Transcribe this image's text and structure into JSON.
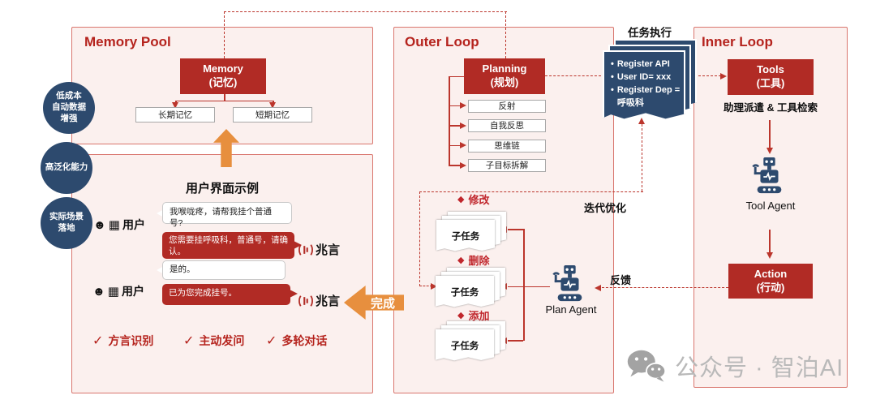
{
  "colors": {
    "node_red": "#b12b25",
    "line_red": "#bb352c",
    "border_red": "#d9766e",
    "panel_pink": "#fbf0ee",
    "navy": "#2d4a6e",
    "orange": "#e78f3e",
    "title_red": "#b5231d",
    "watermark_gray": "#b9b9b9"
  },
  "icons": {
    "check": "✓",
    "diamond": "◆",
    "bullet": "•",
    "user_face": "☻",
    "user_grid": "▦"
  },
  "badges": [
    {
      "lines": [
        "低成本",
        "自动数据",
        "增强"
      ]
    },
    {
      "lines": [
        "高泛化能力"
      ]
    },
    {
      "lines": [
        "实际场景",
        "落地"
      ]
    }
  ],
  "memory_pool": {
    "title": "Memory Pool",
    "node_line1": "Memory",
    "node_line2": "(记忆)",
    "long_term": "长期记忆",
    "short_term": "短期记忆"
  },
  "ui_example": {
    "title": "用户界面示例",
    "user_label": "用户",
    "assistant_label": "兆言",
    "msg1": "我喉咙疼，请帮我挂个普通号?",
    "msg2": "您需要挂呼吸科，普通号，请确认。",
    "msg3": "是的。",
    "msg4": "已为您完成挂号。",
    "features": [
      "方言识别",
      "主动发问",
      "多轮对话"
    ]
  },
  "complete_label": "完成",
  "outer_loop": {
    "title": "Outer Loop",
    "node_line1": "Planning",
    "node_line2": "(规划)",
    "strategies": [
      "反射",
      "自我反思",
      "思维链",
      "子目标拆解"
    ],
    "iteration_label": "迭代优化",
    "groups": [
      {
        "label": "修改",
        "card": "子任务"
      },
      {
        "label": "删除",
        "card": "子任务"
      },
      {
        "label": "添加",
        "card": "子任务"
      }
    ],
    "plan_agent": "Plan Agent"
  },
  "task_execution": {
    "label": "任务执行",
    "bullets": [
      "Register API",
      "User ID= xxx",
      "Register Dep = 呼吸科"
    ]
  },
  "inner_loop": {
    "title": "Inner Loop",
    "tools_line1": "Tools",
    "tools_line2": "(工具)",
    "dispatch": "助理派遣 & 工具检索",
    "tool_agent": "Tool Agent",
    "action_line1": "Action",
    "action_line2": "(行动)"
  },
  "feedback_label": "反馈",
  "watermark": "公众号 · 智泊AI"
}
